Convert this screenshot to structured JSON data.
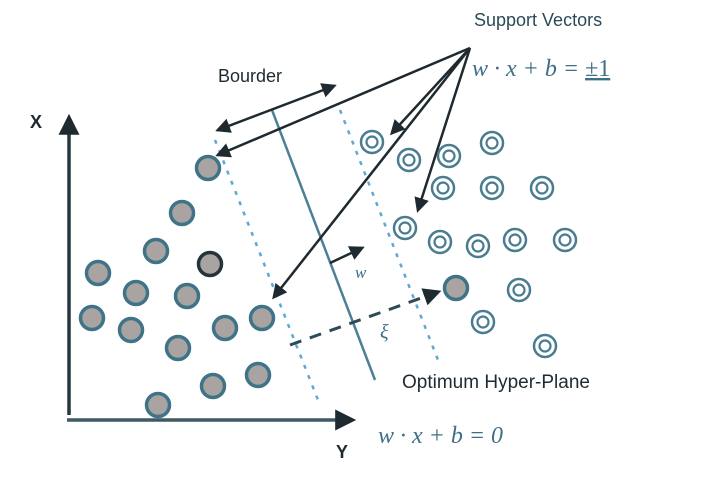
{
  "diagram": {
    "title": "SVM Optimum Hyper-Plane with Support Vectors",
    "labels": {
      "support_vectors": "Support Vectors",
      "support_eq": "w · x + b = ±1",
      "support_eq_parts": {
        "lhs": "w · x + b = ",
        "rhs": "±1"
      },
      "border": "Bourder",
      "optimum_plane": "Optimum Hyper-Plane",
      "plane_eq": "w · x + b = 0",
      "axis_x": "X",
      "axis_y": "Y",
      "w_vector": "w",
      "xi": "ξ"
    },
    "colors": {
      "axis": "#27373f",
      "arrow": "#1f2a30",
      "hyperplane": "#4d7f95",
      "margin_dotted": "#5fa8d3",
      "filled_point_fill": "#a9a4a2",
      "filled_point_stroke": "#3f7388",
      "ring_point_stroke": "#4a7c90",
      "math_text": "#3e6f88"
    },
    "classes": [
      {
        "name": "filled-circles",
        "marker": "filled-circle",
        "count": 15
      },
      {
        "name": "ringed-circles",
        "marker": "concentric-rings",
        "count": 16
      }
    ]
  }
}
